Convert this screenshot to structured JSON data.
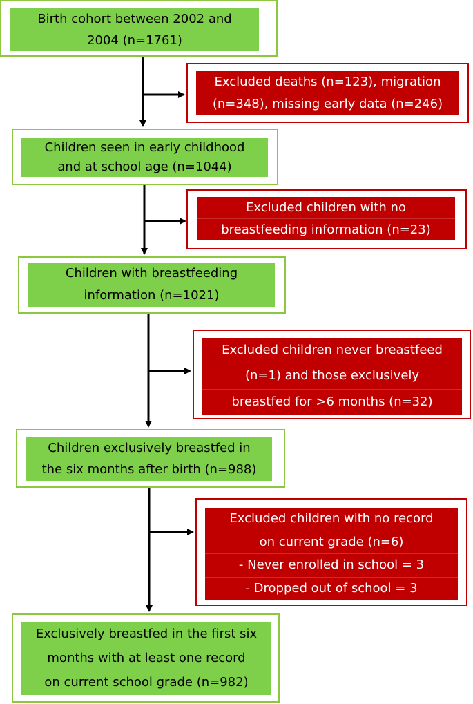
{
  "colors": {
    "included_fill": "#7ed04b",
    "included_border": "#8dc63f",
    "excluded_fill": "#c00000",
    "excluded_border": "#c00000",
    "arrow": "#000000"
  },
  "flow": {
    "step1": [
      "Birth cohort between 2002 and",
      "2004 (n=1761)"
    ],
    "excl1": [
      "Excluded deaths (n=123), migration",
      "(n=348), missing early data (n=246)"
    ],
    "step2": [
      "Children seen in early childhood",
      "and at school age (n=1044)"
    ],
    "excl2": [
      "Excluded children with no",
      "breastfeeding information (n=23)"
    ],
    "step3": [
      "Children with breastfeeding",
      "information (n=1021)"
    ],
    "excl3": [
      "Excluded children never breastfeed",
      "(n=1) and those exclusively",
      "breastfed for >6 months (n=32)"
    ],
    "step4": [
      "Children exclusively breastfed in",
      "the six months after birth (n=988)"
    ],
    "excl4": [
      "Excluded children with no record",
      "on current grade (n=6)",
      "- Never enrolled in school = 3",
      "- Dropped out of school = 3"
    ],
    "step5": [
      "Exclusively breastfed in the first six",
      "months with at least one record",
      "on current school grade (n=982)"
    ]
  }
}
